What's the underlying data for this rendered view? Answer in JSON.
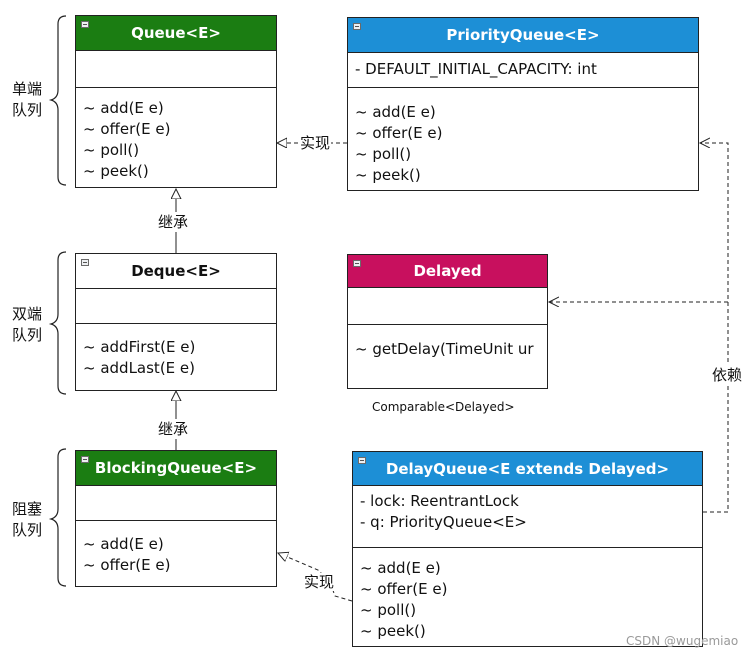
{
  "classes": {
    "queue": {
      "title": "Queue<E>",
      "fields": [],
      "methods": [
        "~ add(E e)",
        "~ offer(E e)",
        "~ poll()",
        "~ peek()"
      ],
      "header_color": "#1b7d12"
    },
    "priority_queue": {
      "title": "PriorityQueue<E>",
      "fields": [
        "- DEFAULT_INITIAL_CAPACITY: int"
      ],
      "methods": [
        "~ add(E e)",
        "~ offer(E e)",
        "~ poll()",
        "~ peek()"
      ],
      "header_color": "#1d8fd6"
    },
    "deque": {
      "title": "Deque<E>",
      "fields": [],
      "methods": [
        "~ addFirst(E e)",
        "~ addLast(E e)"
      ],
      "header_color": "#ffffff"
    },
    "delayed": {
      "title": "Delayed",
      "fields": [],
      "methods": [
        "~ getDelay(TimeUnit ur"
      ],
      "header_color": "#c8105e",
      "caption": "Comparable<Delayed>"
    },
    "blocking_queue": {
      "title": "BlockingQueue<E>",
      "fields": [],
      "methods": [
        "~ add(E e)",
        "~ offer(E e)"
      ],
      "header_color": "#1b7d12"
    },
    "delay_queue": {
      "title": "DelayQueue<E extends Delayed>",
      "fields": [
        "- lock: ReentrantLock",
        "- q: PriorityQueue<E>"
      ],
      "methods": [
        "~ add(E e)",
        "~ offer(E e)",
        "~ poll()",
        "~ peek()"
      ],
      "header_color": "#1d8fd6"
    }
  },
  "groups": {
    "single_ended": "单端\n队列",
    "double_ended": "双端\n队列",
    "blocking": "阻塞\n队列"
  },
  "relations": {
    "implements_1": "实现",
    "inherits_1": "继承",
    "inherits_2": "继承",
    "implements_2": "实现",
    "depends": "依赖"
  },
  "watermark": "CSDN @wugemiao"
}
